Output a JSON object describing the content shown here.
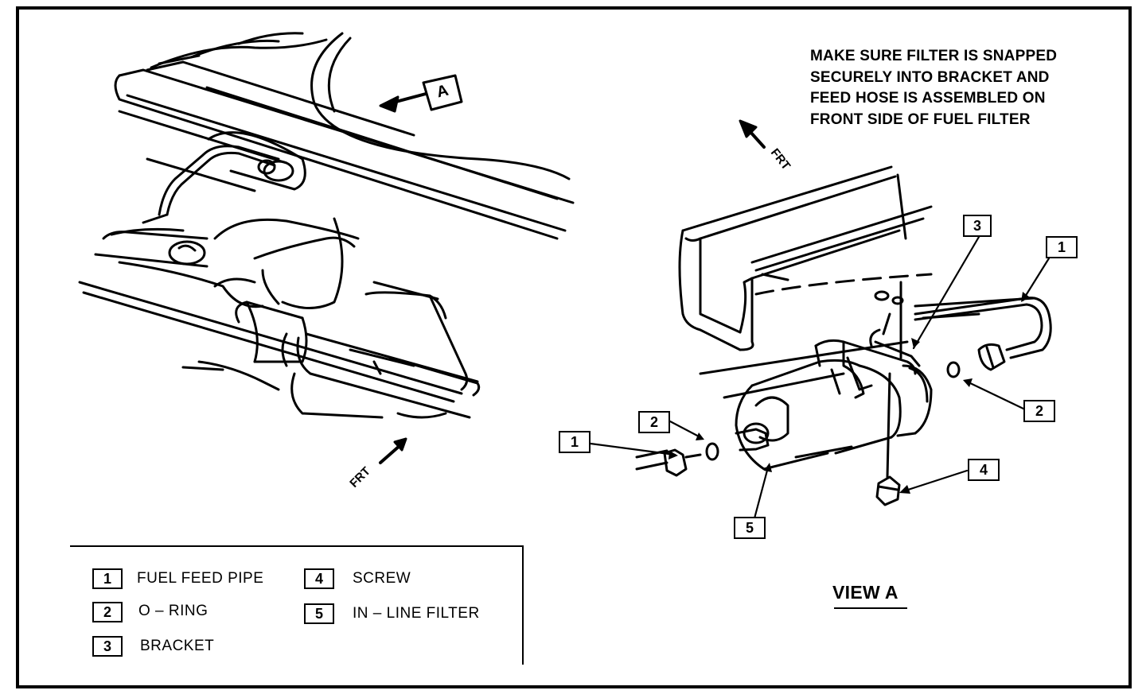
{
  "note": {
    "lines": [
      "MAKE SURE FILTER IS SNAPPED",
      "SECURELY INTO BRACKET AND",
      "FEED HOSE IS ASSEMBLED ON",
      "FRONT SIDE OF FUEL FILTER"
    ]
  },
  "view_label": "VIEW A",
  "view_marker": "A",
  "frt_label": "FRT",
  "callouts": {
    "c3": "3",
    "c1_right": "1",
    "c2_right": "2",
    "c4": "4",
    "c2_left": "2",
    "c1_left": "1",
    "c5": "5"
  },
  "legend": [
    {
      "num": "1",
      "text": "FUEL FEED PIPE"
    },
    {
      "num": "2",
      "text": "O – RING"
    },
    {
      "num": "3",
      "text": "BRACKET"
    },
    {
      "num": "4",
      "text": "SCREW"
    },
    {
      "num": "5",
      "text": "IN – LINE FILTER"
    }
  ],
  "colors": {
    "ink": "#000000",
    "paper": "#ffffff"
  }
}
